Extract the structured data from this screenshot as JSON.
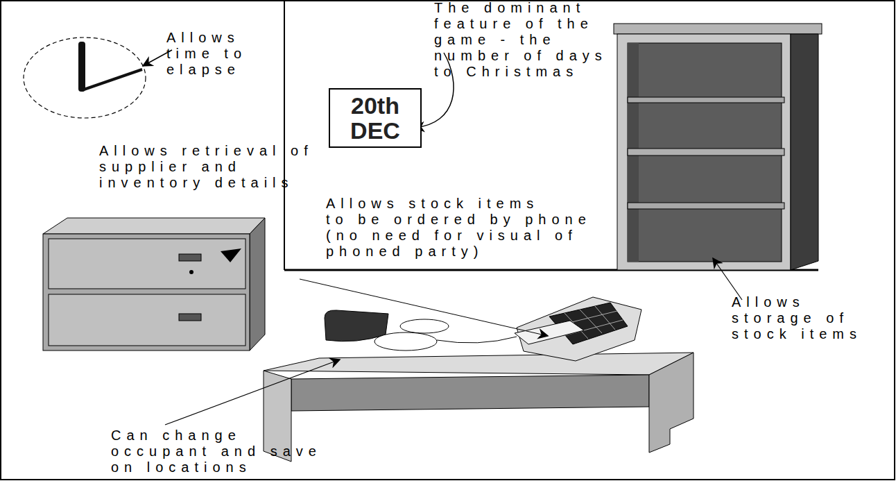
{
  "diagram": {
    "nodes": [
      {
        "text": [
          "20th DEC"
        ]
      }
    ],
    "labels": [
      "Allows time to elapse",
      "The dominant feature of the game - the number of days to Christmas",
      "Allows retrieval of supplier and inventory details",
      "Allows stock items to be ordered by phone (no need for visual of phoned party)",
      "Allows storage of stock items",
      "Can change occupant and save on locations"
    ]
  }
}
